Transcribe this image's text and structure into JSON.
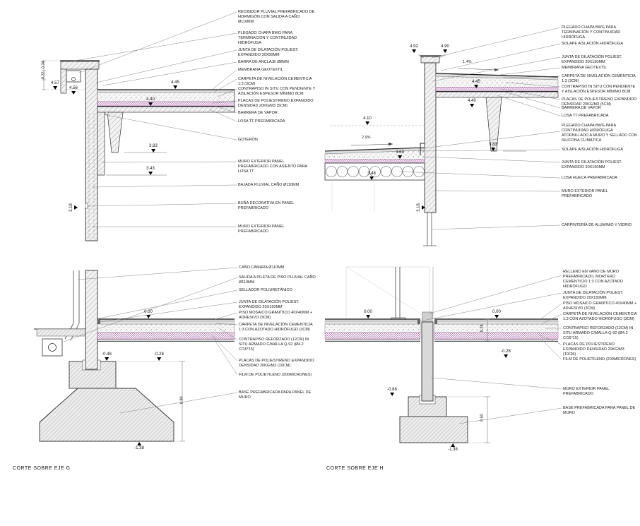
{
  "titles": {
    "left": "CORTE SOBRE EJE G",
    "right": "CORTE SOBRE EJE H"
  },
  "colors": {
    "insulation": "#a0519f",
    "linework": "#333333"
  },
  "top_left": {
    "labels": [
      "RECIBIDOR PLUVIAL PREFABRICADO DE HORMIGÓN CON SALIDA A CAÑO Ø110mm",
      "PLEGADO CHAPA BWG PARA TERMINACIÓN Y CONTINUIDAD HIDRÓFUGA",
      "JUNTA DE DILATACIÓN POLIEST. EXPANDIDO 30x80mm",
      "BARRA DE ANCLAJE Ø8mm",
      "MEMBRANA GEOTEXTIL",
      "CARPETA DE NIVELACIÓN CEMENTICIA 1:3 (3cm)",
      "CONTRAPISO IN SITU CON PENDIENTE Y AISLACIÓN ESPESOR MÍNIMO 8cm",
      "PLACAS DE POLIESTIRENO EXPANDIDO DENSIDAD 20kg/m3 (5cm)",
      "BARRERA DE VAPOR",
      "LOSA TT PREFABRICADA",
      "GOTERÓN",
      "MURO EXTERIOR PANEL PREFABRICADO CON ASIENTO PARA LOSA TT",
      "BAJADA PLUVIAL CAÑO Ø110mm",
      "BUÑA DECORATIVA EN PANEL PREFABRICADO",
      "MURO EXTERIOR PANEL PREFABRICADO"
    ],
    "elevations": [
      "4.57",
      "4.56",
      "4.45",
      "4.40",
      "3.83",
      "3.43",
      "3.18"
    ],
    "dims": [
      "0.34",
      "0.22"
    ]
  },
  "top_right": {
    "labels": [
      "PLEGADO CHAPA BWG PARA TERMINACIÓN Y CONTINUIDAD HIDRÓFUGA",
      "SOLAPE AISLACIÓN HIDRÓFUGA",
      "JUNTA DE DILATACIÓN POLIEST. EXPANDIDO 30x150mm",
      "MEMBRANA GEOTEXTIL",
      "CARPETA DE NIVELACIÓN CEMENTICIA 1:3 (3cm)",
      "CONTRAPISO IN SITU CON PENDIENTE Y AISLACIÓN ESPESOR MÍNIMO 8cm",
      "PLACAS DE POLIESTIRENO EXPANDIDO DENSIDAD 20kg/m3 (5cm)",
      "BARRERA DE VAPOR",
      "LOSA TT PREFABRICADA",
      "PLEGADO CHAPA BWG PARA CONTINUIDAD HIDRÓFUGA ATORNILLADO A MURO Y SELLADO CON SILICONA CLIMÁTICA",
      "SOLAPE AISLACIÓN HIDRÓFUGA",
      "JUNTA DE DILATACIÓN POLIEST. EXPANDIDO 30x150mm",
      "LOSA HUECA PREFABRICADA",
      "MURO EXTERIOR PANEL PREFABRICADO",
      "CARPINTERÍA DE ALUMINIO Y VIDRIO"
    ],
    "elevations": [
      "4.92",
      "4.90",
      "4.45",
      "4.40",
      "4.10",
      "3.63",
      "3.48",
      "3.83",
      "3.18"
    ],
    "slopes": [
      "1.4%",
      "2.9%"
    ]
  },
  "bottom_left": {
    "labels": [
      "CAÑO CÁMARA Ø110mm",
      "SALIDA A PILETA DE PISO PLUVIAL CAÑO Ø110mm",
      "SELLADOR POLIURETÁNICO",
      "JUNTA DE DILATACIÓN POLIEST. EXPANDIDO 20x150mm",
      "PISO MOSAICO GRANÍTICO 40x40mm + ADHESIVO (3cm)",
      "CARPETA DE NIVELACIÓN CEMENTICIA 1:3 CON AZOTADO HIDRÓFUGO (3CM)",
      "CONTRAPISO REFORZADO (12cm) IN SITU ARMADO C/MALLA Q-92 (ø4.2 c/15*15)",
      "PLACAS DE POLIESTIRENO EXPANDIDO DENSIDAD 20kg/m3 (10cm)",
      "FILM DE POLIETILENO (200micrones)",
      "BASE PREFABRICADA PARA PANEL DE MURO"
    ],
    "elevations": [
      "0.00",
      "-0.48",
      "-0.28",
      "-1.38"
    ],
    "dims": [
      "0.90"
    ]
  },
  "bottom_right": {
    "labels": [
      "RELLENO EN VANO DE MURO PREFABRICADO, MORTERO CEMENTICIO 1:3 CON AZOTADO HIDRÓFUGO",
      "JUNTA DE DILATACIÓN POLIEST. EXPANDIDO 20x150mm",
      "PISO MOSAICO GRANÍTICO 40x40mm + ADHESIVO (3cm)",
      "CARPETA DE NIVELACIÓN CEMENTICIA 1:3 CON AZOTADO HIDRÓFUGO (3CM)",
      "CONTRAPISO REFORZADO (12cm) IN SITU ARMADO C/MALLA Q-92 (ø4.2 c/15*15)",
      "PLACAS DE POLIESTIRENO EXPANDIDO DENSIDAD 20kg/m3 (10cm)",
      "FILM DE POLIETILENO (200micrones)",
      "MURO EXTERIOR PANEL PREFABRICADO",
      "BASE PREFABRICADA PARA PANEL DE MURO"
    ],
    "elevations": [
      "0.00",
      "0.00",
      "-0.28",
      "-0.88",
      "-1.38"
    ],
    "dims": [
      "0.28",
      "0.50"
    ]
  }
}
